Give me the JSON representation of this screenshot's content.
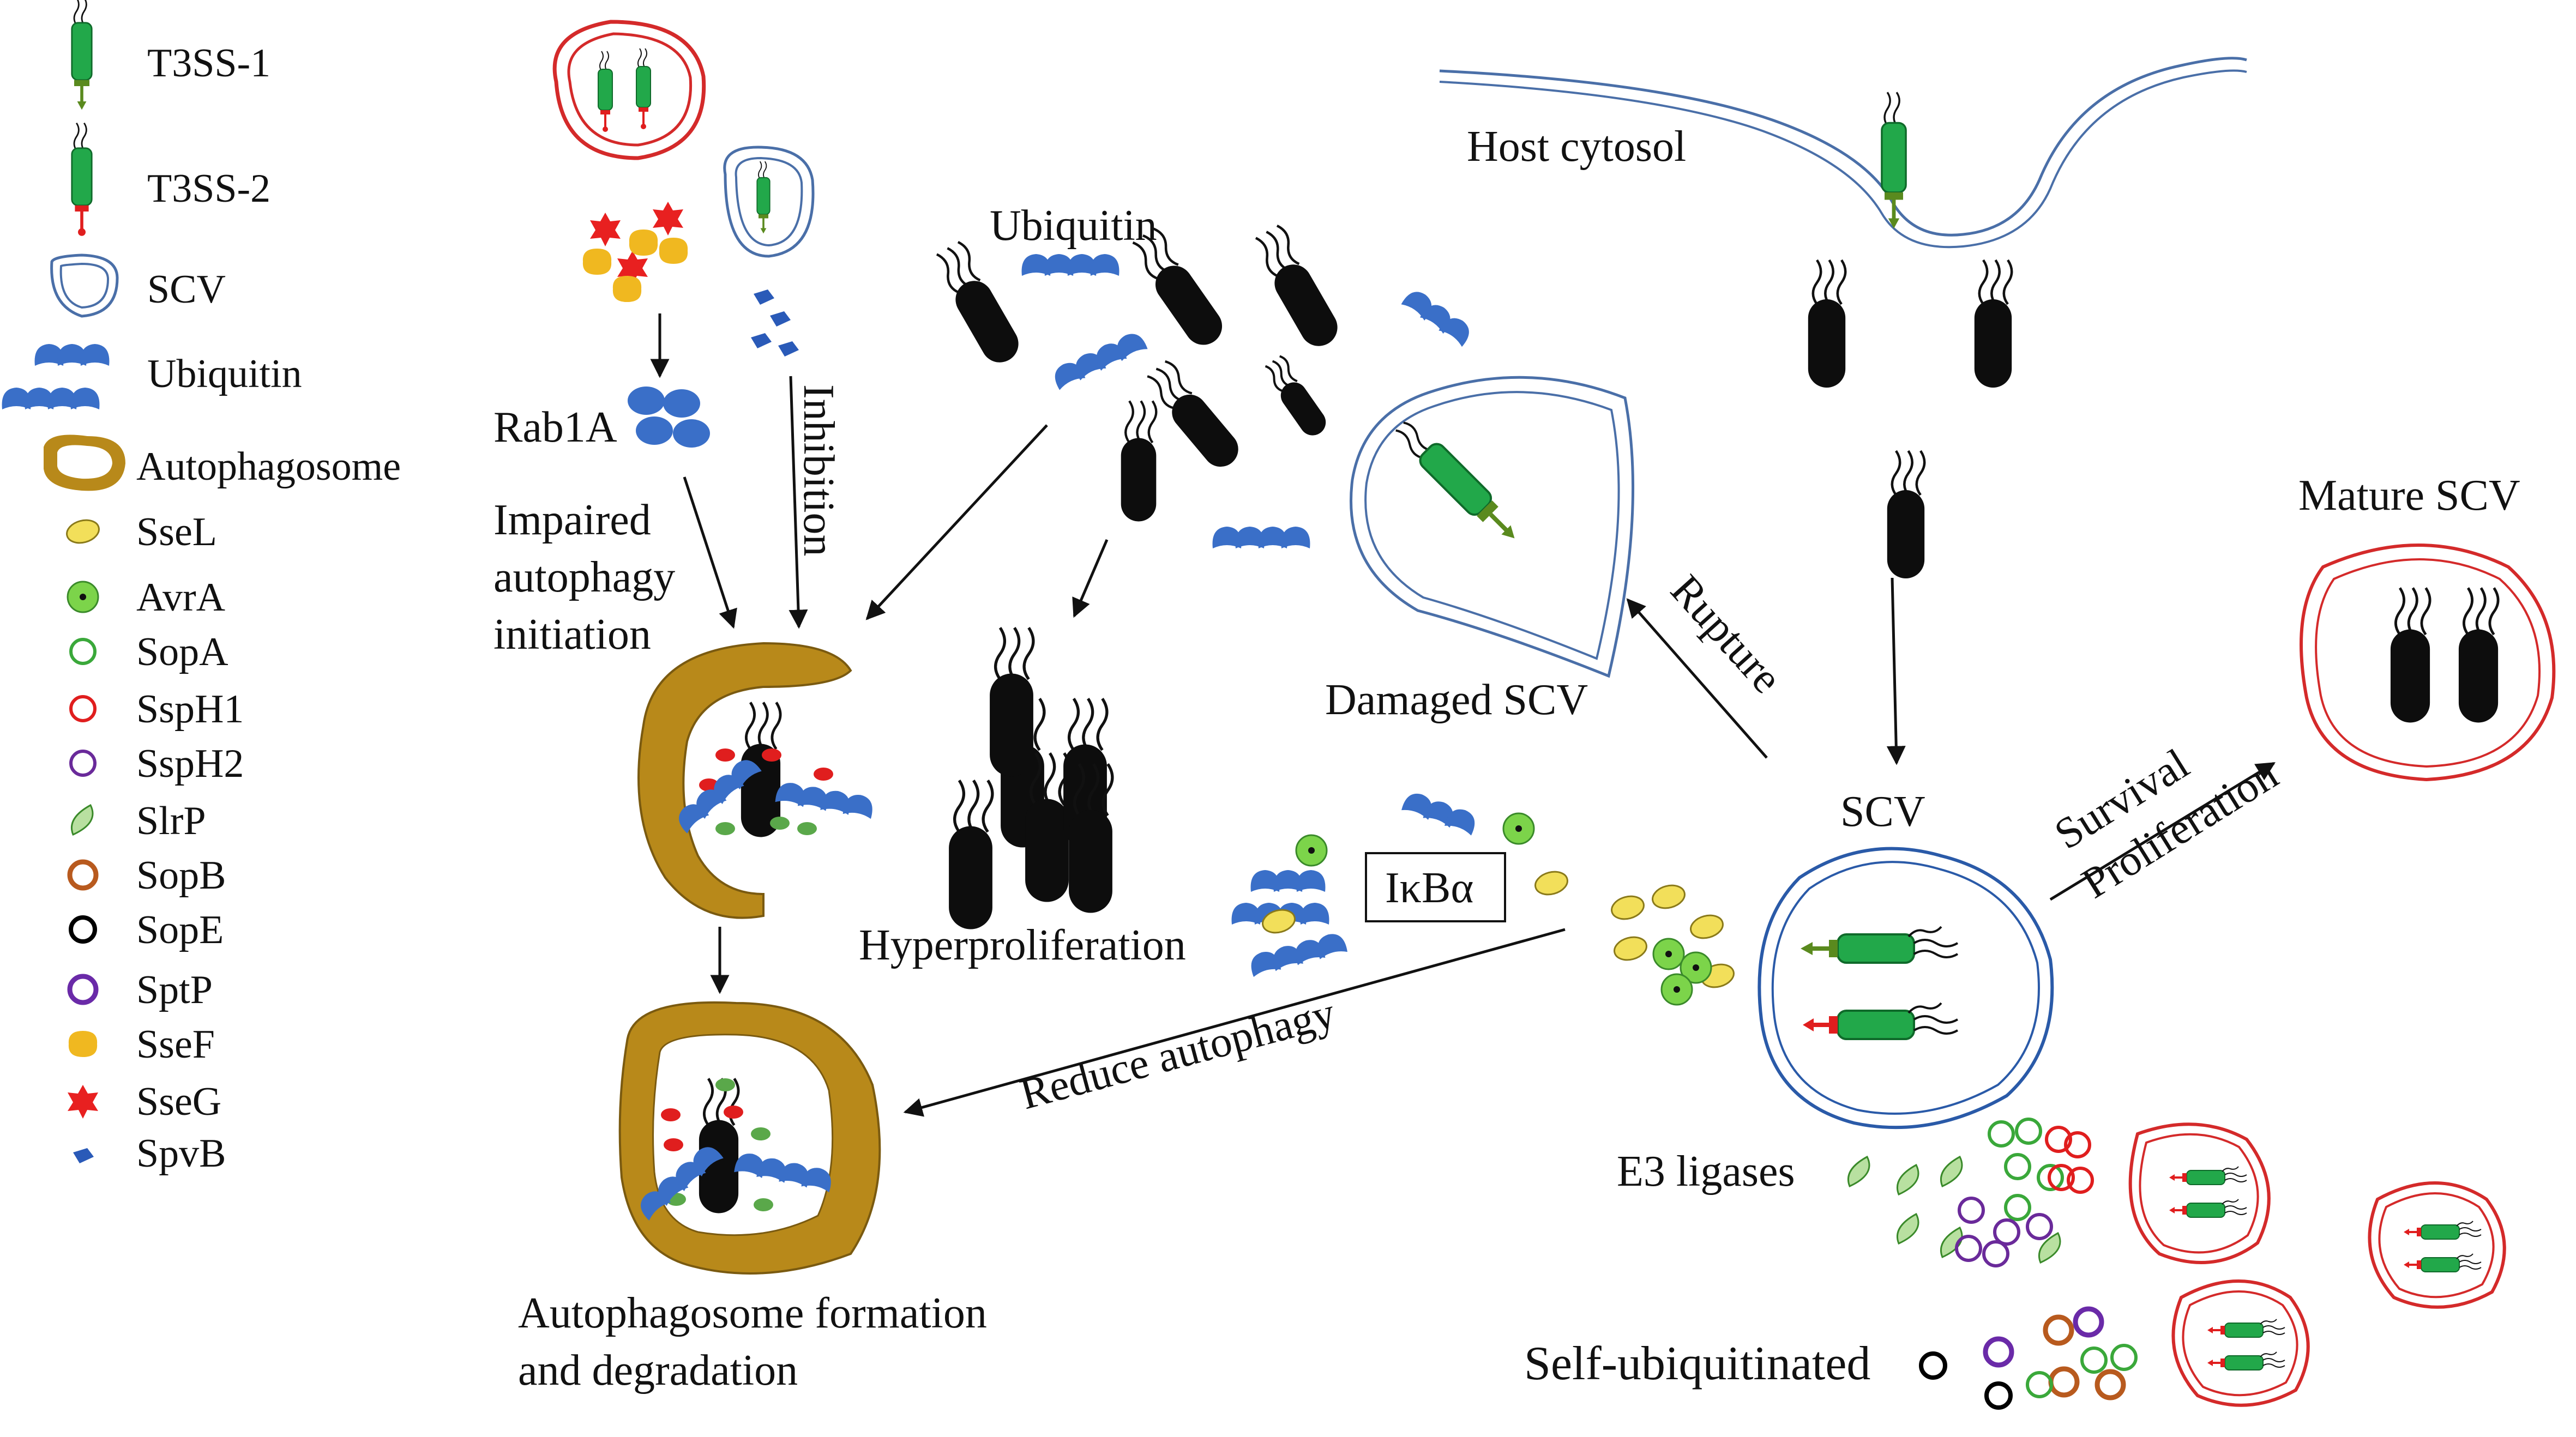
{
  "legend": {
    "items": [
      {
        "key": "t3ss1",
        "label": "T3SS-1"
      },
      {
        "key": "t3ss2",
        "label": "T3SS-2"
      },
      {
        "key": "scv",
        "label": "SCV"
      },
      {
        "key": "ubiquitin",
        "label": "Ubiquitin"
      },
      {
        "key": "autophagosome",
        "label": "Autophagosome"
      },
      {
        "key": "ssel",
        "label": "SseL"
      },
      {
        "key": "avra",
        "label": "AvrA"
      },
      {
        "key": "sopa",
        "label": "SopA"
      },
      {
        "key": "ssph1",
        "label": "SspH1"
      },
      {
        "key": "ssph2",
        "label": "SspH2"
      },
      {
        "key": "slrp",
        "label": "SlrP"
      },
      {
        "key": "sopb",
        "label": "SopB"
      },
      {
        "key": "sope",
        "label": "SopE"
      },
      {
        "key": "sptp",
        "label": "SptP"
      },
      {
        "key": "ssef",
        "label": "SseF"
      },
      {
        "key": "sseg",
        "label": "SseG"
      },
      {
        "key": "spvb",
        "label": "SpvB"
      }
    ]
  },
  "labels": {
    "rab1a": "Rab1A",
    "inhibition": "Inhibition",
    "impaired_1": "Impaired",
    "impaired_2": "autophagy",
    "impaired_3": "initiation",
    "ubiquitin": "Ubiquitin",
    "host_cytosol": "Host cytosol",
    "damaged_scv": "Damaged SCV",
    "rupture": "Rupture",
    "hyperproliferation": "Hyperproliferation",
    "ikba": "IκBα",
    "reduce_autophagy": "Reduce autophagy",
    "scv": "SCV",
    "survival": "Survival",
    "proliferation": "Proliferation",
    "mature_scv": "Mature SCV",
    "autophagosome_formation_1": "Autophagosome formation",
    "autophagosome_formation_2": "and degradation",
    "e3_ligases": "E3 ligases",
    "self_ubiquitinated": "Self-ubiquitinated"
  },
  "colors": {
    "bacterium": "#0d0d0d",
    "t3ss_body": "#22a84a",
    "t3ss1_needle": "#5a8a1e",
    "t3ss2_needle": "#e01e1e",
    "ubiquitin": "#3a6fc8",
    "autophagosome": "#b8891a",
    "scv_membrane": "#4a6fa8",
    "mature_scv_membrane": "#d42a2a",
    "ssel": "#f2df5a",
    "avra": "#7cd44a",
    "sopa": "#3aa83a",
    "ssph1": "#e01e1e",
    "ssph2": "#6a2a9a",
    "slrp": "#b8e0a0",
    "sopb": "#b85a1e",
    "sope": "#000000",
    "sptp": "#6a2aa8",
    "ssef": "#f0b820",
    "sseg": "#e82020",
    "spvb": "#2a5ab8"
  }
}
